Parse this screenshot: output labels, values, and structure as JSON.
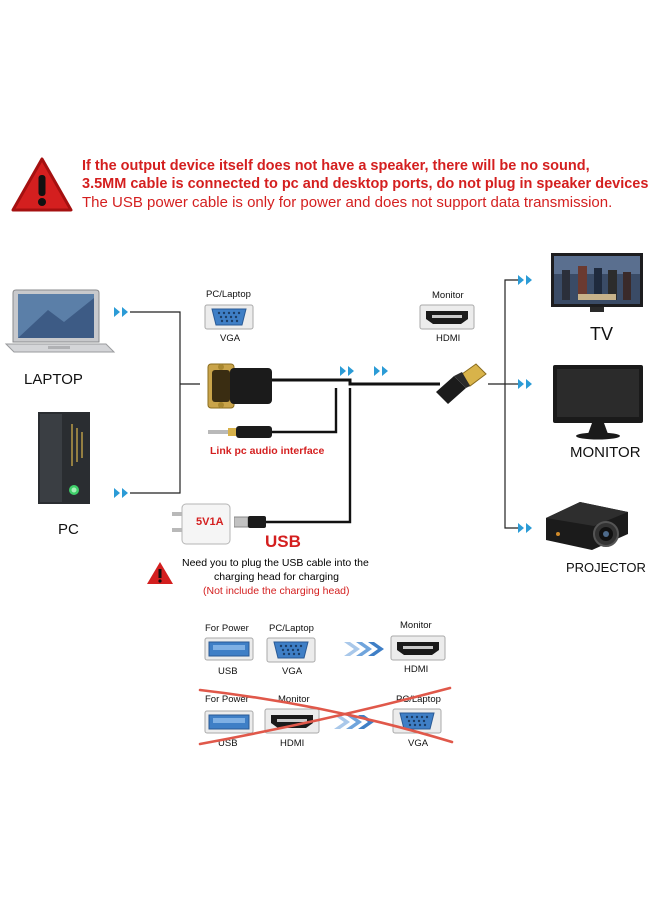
{
  "warning": {
    "line1": "If the output device itself does not have a speaker, there will be no sound,",
    "line2": "3.5MM cable is connected to pc and desktop ports, do not plug in speaker devices",
    "line3": "The USB power cable is  only for power and does not support data transmission."
  },
  "devices": {
    "laptop": "LAPTOP",
    "pc": "PC",
    "tv": "TV",
    "monitor": "MONITOR",
    "projector": "PROJECTOR"
  },
  "cable": {
    "vga_caption_top": "PC/Laptop",
    "vga_caption_bottom": "VGA",
    "hdmi_caption_top": "Monitor",
    "hdmi_caption_bottom": "HDMI",
    "audio_label": "Link pc audio interface",
    "usb_label": "USB",
    "adapter_label": "5V1A"
  },
  "charging_note": {
    "line1": "Need you to plug the USB cable into the",
    "line2": "charging head for charging",
    "line3": "(Not include the charging head)"
  },
  "correct_row": {
    "usb_top": "For Power",
    "usb_bottom": "USB",
    "vga_top": "PC/Laptop",
    "vga_bottom": "VGA",
    "hdmi_top": "Monitor",
    "hdmi_bottom": "HDMI"
  },
  "wrong_row": {
    "usb_top": "For Power",
    "usb_bottom": "USB",
    "hdmi_top": "Monitor",
    "hdmi_bottom": "HDMI",
    "vga_top": "PC/Laptop",
    "vga_bottom": "VGA"
  },
  "colors": {
    "warning_red": "#d41f1f",
    "port_blue": "#3f7fc6",
    "arrow_cyan": "#2b9bd6",
    "cross_red": "#e0584a"
  }
}
